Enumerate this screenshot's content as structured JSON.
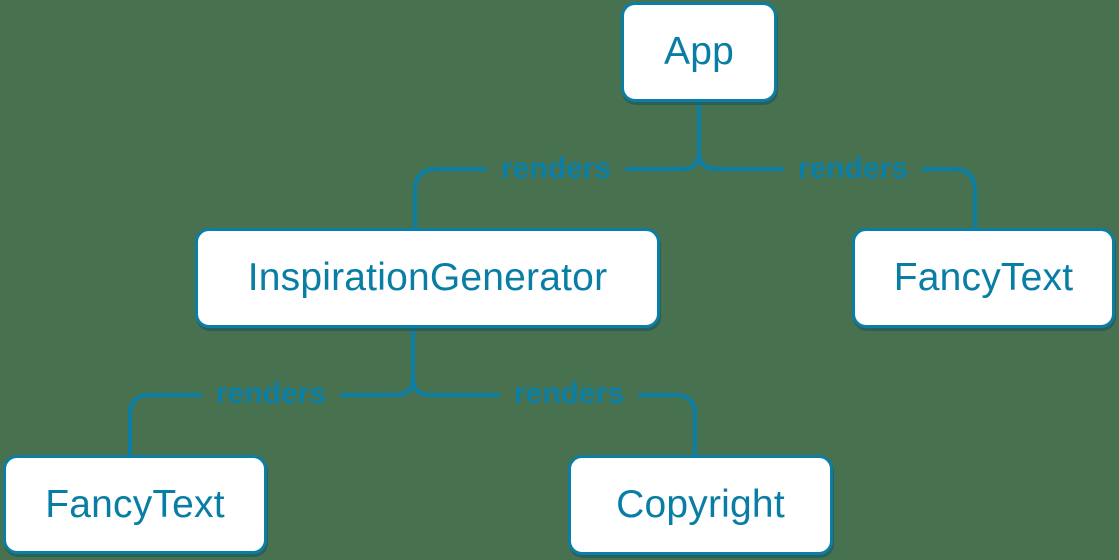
{
  "diagram": {
    "type": "component-render-tree",
    "background_color": "#48714f",
    "accent_color": "#087ea4",
    "line_color": "#0a7ea4",
    "node_fill": "#ffffff",
    "nodes": [
      {
        "id": "app",
        "label": "App"
      },
      {
        "id": "inspiration-generator",
        "label": "InspirationGenerator"
      },
      {
        "id": "fancy-text-top-right",
        "label": "FancyText"
      },
      {
        "id": "fancy-text-bottom-left",
        "label": "FancyText"
      },
      {
        "id": "copyright",
        "label": "Copyright"
      }
    ],
    "edges": [
      {
        "from": "App",
        "to": "InspirationGenerator",
        "label": "renders"
      },
      {
        "from": "App",
        "to": "FancyText",
        "label": "renders"
      },
      {
        "from": "InspirationGenerator",
        "to": "FancyText",
        "label": "renders"
      },
      {
        "from": "InspirationGenerator",
        "to": "Copyright",
        "label": "renders"
      }
    ]
  }
}
